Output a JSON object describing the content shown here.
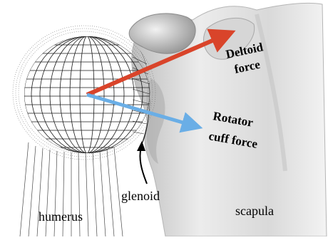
{
  "labels": {
    "deltoid_line1": "Deltoid",
    "deltoid_line2": "force",
    "rotator_line1": "Rotator",
    "rotator_line2": "cuff force",
    "glenoid": "glenoid",
    "scapula": "scapula",
    "humerus": "humerus"
  },
  "colors": {
    "deltoid_arrow": "#d9442a",
    "rotator_arrow": "#6aaee6",
    "bone_light": "#e9e9e9",
    "bone_shadow": "#9a9a9a",
    "wireframe": "#1a1a1a"
  }
}
